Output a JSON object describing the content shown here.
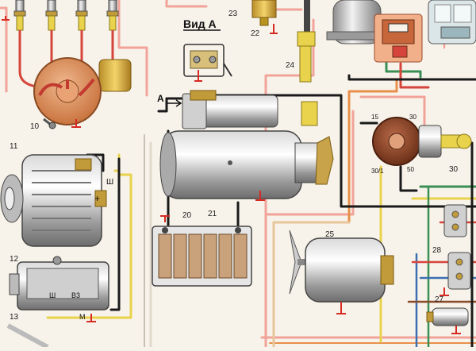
{
  "diagram": {
    "view_label": "Вид А",
    "arrow_label": "А",
    "callouts": {
      "c10": "10",
      "c11": "11",
      "c12": "12",
      "c13": "13",
      "c20": "20",
      "c21": "21",
      "c22": "22",
      "c23": "23",
      "c24": "24",
      "c25": "25",
      "c27": "27",
      "c28": "28",
      "c30": "30"
    },
    "switch_terminals": {
      "t15": "15",
      "t30": "30",
      "t30_1": "30/1",
      "t50": "50"
    },
    "alt_terminals": {
      "w_top": "Ш",
      "plus": "+"
    },
    "reg_terminals": {
      "w": "Ш",
      "b3": "В3",
      "m": "М"
    }
  },
  "colors": {
    "background": "#f7f3ea",
    "wire_black": "#1a1a1a",
    "wire_red": "#d6453c",
    "wire_pink": "#f1a39a",
    "wire_orange": "#e8904a",
    "wire_yellow": "#e9d24c",
    "wire_green": "#3a8f55",
    "wire_blue": "#3d6fb3",
    "wire_brown": "#8a4b2a",
    "ground_red": "#d62a22"
  }
}
